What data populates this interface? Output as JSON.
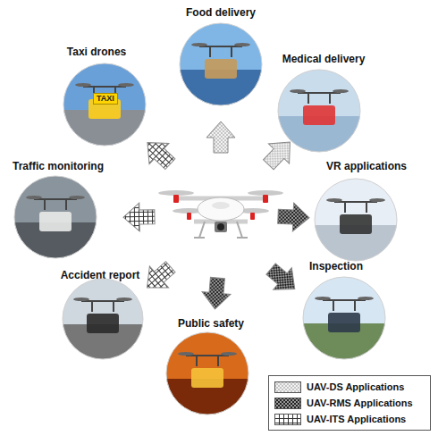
{
  "diagram": {
    "nodes": [
      {
        "text": [
          "Food delivery"
        ]
      },
      {
        "text": [
          "Medical delivery"
        ]
      },
      {
        "text": [
          "VR applications"
        ]
      },
      {
        "text": [
          "Inspection"
        ]
      },
      {
        "text": [
          "Public safety"
        ]
      },
      {
        "text": [
          "Accident report"
        ]
      },
      {
        "text": [
          "Traffic monitoring"
        ]
      },
      {
        "text": [
          "Taxi drones"
        ]
      }
    ],
    "labels": [
      "TAXI"
    ],
    "legend": [
      {
        "text": "UAV-DS Applications"
      },
      {
        "text": "UAV-RMS Applications"
      },
      {
        "text": "UAV-ITS Applications"
      }
    ]
  }
}
